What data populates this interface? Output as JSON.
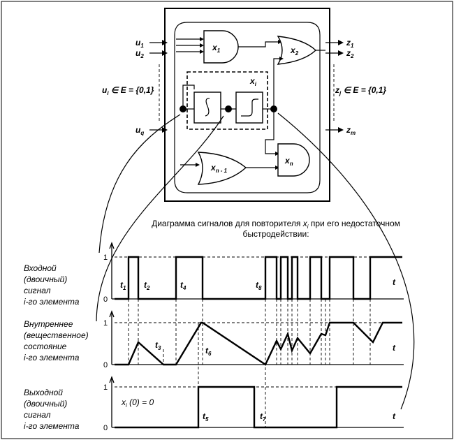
{
  "inputs": {
    "u1": {
      "main": "u",
      "sub": "1"
    },
    "u2": {
      "main": "u",
      "sub": "2"
    },
    "ui": {
      "main": "u",
      "sub": "i",
      "rest": " ∈ E = {0,1}"
    },
    "uq": {
      "main": "u",
      "sub": "q"
    }
  },
  "outputs": {
    "z1": {
      "main": "z",
      "sub": "1"
    },
    "z2": {
      "main": "z",
      "sub": "2"
    },
    "zj": {
      "main": "z",
      "sub": "j",
      "rest": " ∈ E = {0,1}"
    },
    "zm": {
      "main": "z",
      "sub": "m"
    }
  },
  "gates": {
    "x1": {
      "main": "x",
      "sub": "1"
    },
    "x2": {
      "main": "x",
      "sub": "2"
    },
    "xi": {
      "main": "x",
      "sub": "i"
    },
    "xn1": {
      "main": "x",
      "sub": "n - 1"
    },
    "xn": {
      "main": "x",
      "sub": "n"
    }
  },
  "diagram_title": {
    "line1_a": "Диаграмма сигналов для повторителя ",
    "line1_x": "x",
    "line1_sub": "i",
    "line1_b": " при его недостаточном",
    "line2": "быстродействии:"
  },
  "panels": {
    "input": {
      "caption": [
        "Входной",
        "(двоичный)",
        "сигнал",
        "i-го элемента"
      ],
      "levels": [
        {
          "value": 1,
          "label": "1"
        },
        {
          "value": 0,
          "label": "0"
        }
      ],
      "time_labels": [
        {
          "main": "t",
          "sub": "1"
        },
        {
          "main": "t",
          "sub": "2"
        },
        {
          "main": "t",
          "sub": "4"
        },
        {
          "main": "t",
          "sub": "8"
        },
        {
          "main": "t",
          "sub": ""
        }
      ]
    },
    "internal": {
      "caption": [
        "Внутреннее",
        "(вещественное)",
        "состояние",
        "i-го элемента"
      ],
      "levels": [
        {
          "value": 1,
          "label": "1"
        },
        {
          "value": 0,
          "label": "0"
        }
      ],
      "time_labels": [
        {
          "main": "t",
          "sub": "3"
        },
        {
          "main": "t",
          "sub": "6"
        },
        {
          "main": "t",
          "sub": ""
        }
      ]
    },
    "output": {
      "caption": [
        "Выходной",
        "(двоичный)",
        "сигнал",
        "i-го элемента"
      ],
      "levels": [
        {
          "value": 1,
          "label": "1"
        },
        {
          "value": 0,
          "label": "0"
        }
      ],
      "initial": {
        "a": "x",
        "sub": "i",
        "b": " (0) = 0"
      },
      "time_labels": [
        {
          "main": "t",
          "sub": "5"
        },
        {
          "main": "t",
          "sub": "7"
        },
        {
          "main": "t",
          "sub": ""
        }
      ]
    }
  }
}
